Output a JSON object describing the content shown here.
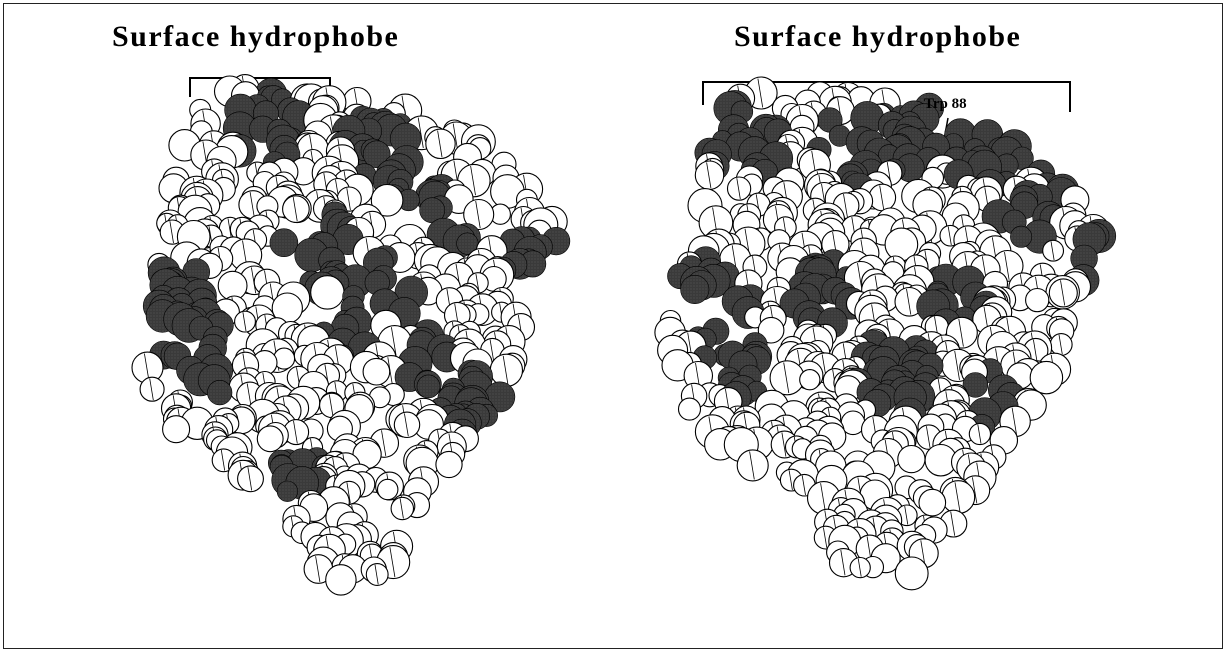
{
  "left_panel": {
    "title": "Surface hydrophobe"
  },
  "right_panel": {
    "title": "Surface hydrophobe",
    "annotation": "Trp 88"
  },
  "colors": {
    "hydrophobic": "#2b2b2b",
    "polar": "#ffffff",
    "outline": "#000000"
  }
}
